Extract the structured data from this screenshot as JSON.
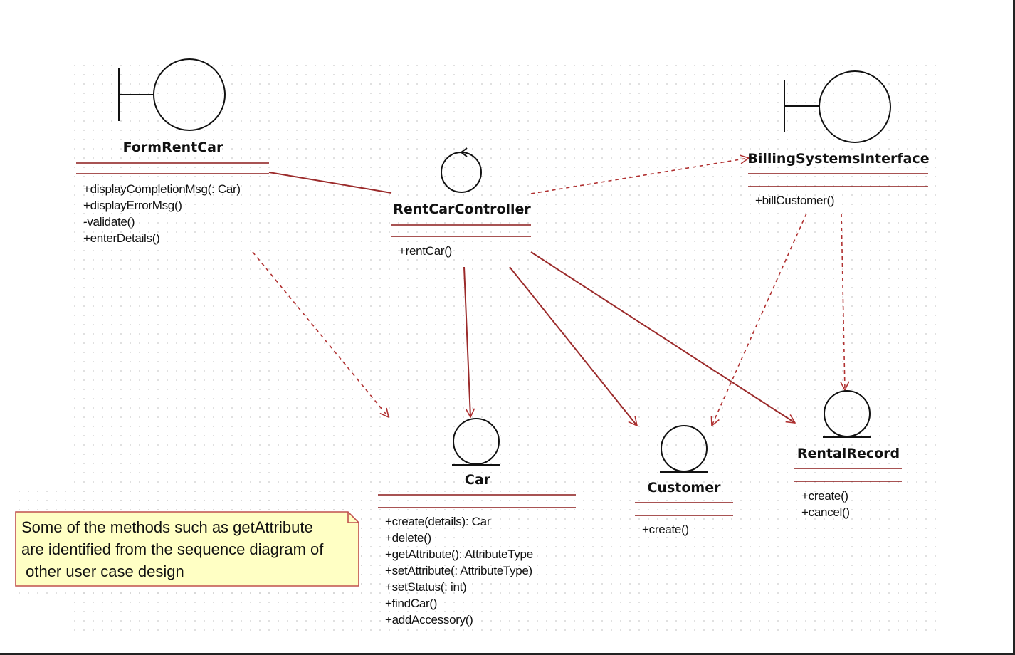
{
  "classes": {
    "form_rent_car": {
      "name": "FormRentCar",
      "stereotype_icon": "boundary-icon",
      "operations": [
        "+displayCompletionMsg(: Car)",
        "+displayErrorMsg()",
        "-validate()",
        "+enterDetails()"
      ]
    },
    "rent_car_controller": {
      "name": "RentCarController",
      "stereotype_icon": "control-icon",
      "operations": [
        "+rentCar()"
      ]
    },
    "billing_systems_interface": {
      "name": "BillingSystemsInterface",
      "stereotype_icon": "boundary-icon",
      "operations": [
        "+billCustomer()"
      ]
    },
    "car": {
      "name": "Car",
      "stereotype_icon": "entity-icon",
      "operations": [
        "+create(details): Car",
        "+delete()",
        "+getAttribute(): AttributeType",
        "+setAttribute(: AttributeType)",
        "+setStatus(: int)",
        "+findCar()",
        "+addAccessory()"
      ]
    },
    "customer": {
      "name": "Customer",
      "stereotype_icon": "entity-icon",
      "operations": [
        "+create()"
      ]
    },
    "rental_record": {
      "name": "RentalRecord",
      "stereotype_icon": "entity-icon",
      "operations": [
        "+create()",
        "+cancel()"
      ]
    }
  },
  "note": {
    "lines": [
      "Some of the methods such as getAttribute",
      "are identified from the sequence diagram of",
      " other user case design"
    ]
  },
  "colors": {
    "relationship": "#9b2a2a",
    "note_fill": "#ffffc4",
    "note_border": "#c0504d"
  }
}
